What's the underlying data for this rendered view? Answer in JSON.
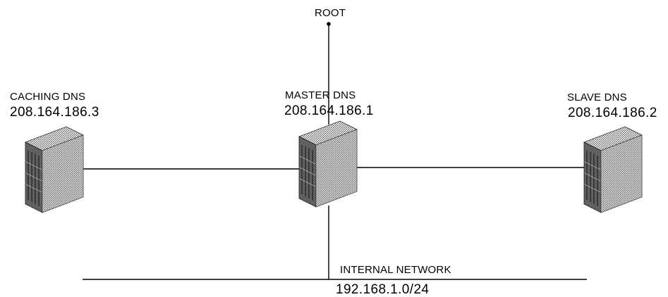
{
  "root": {
    "label": "ROOT"
  },
  "servers": {
    "caching": {
      "role": "CACHING DNS",
      "ip": "208.164.186.3"
    },
    "master": {
      "role": "MASTER DNS",
      "ip": "208.164.186.1"
    },
    "slave": {
      "role": "SLAVE DNS",
      "ip": "208.164.186.2"
    }
  },
  "network": {
    "name": "INTERNAL NETWORK",
    "subnet": "192.168.1.0/24"
  },
  "colors": {
    "line": "#000000",
    "server_dark": "#3a3a3a",
    "server_light": "#d9d9d9"
  }
}
